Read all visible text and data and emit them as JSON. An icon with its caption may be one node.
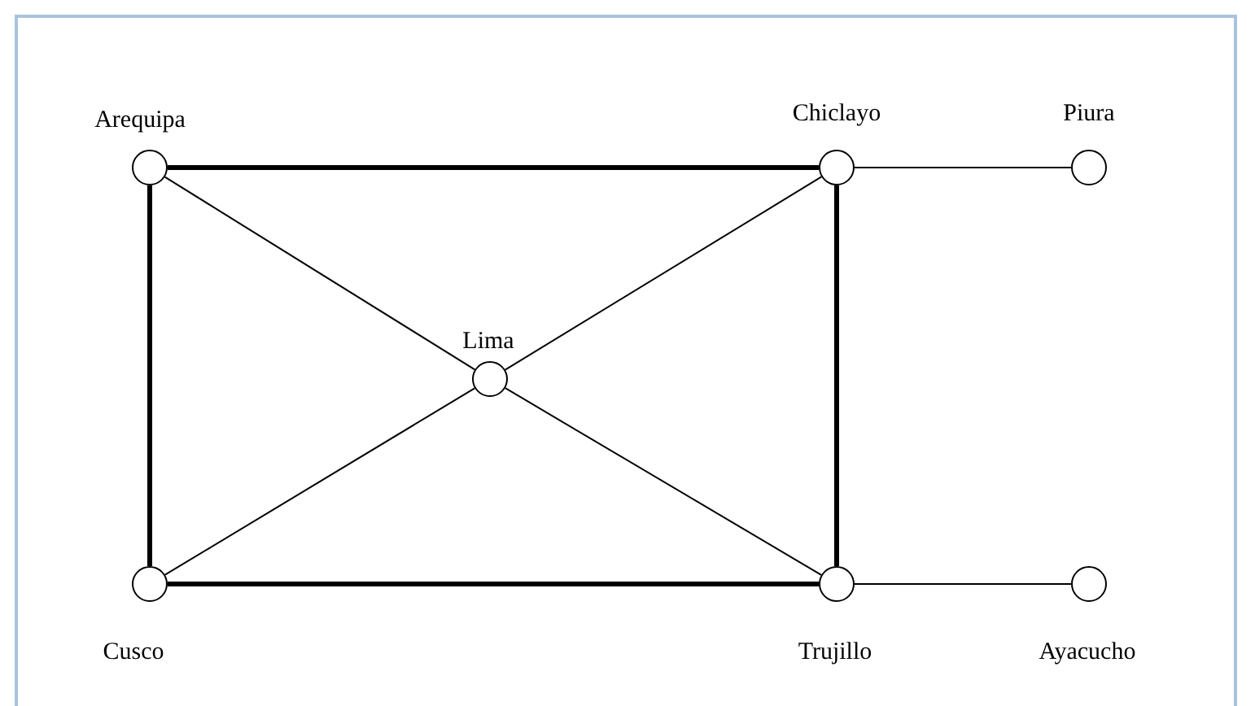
{
  "diagram": {
    "nodes": [
      {
        "text": [
          "Arequipa"
        ]
      },
      {
        "text": [
          "Chiclayo"
        ]
      },
      {
        "text": [
          "Piura"
        ]
      },
      {
        "text": [
          "Lima"
        ]
      },
      {
        "text": [
          "Cusco"
        ]
      },
      {
        "text": [
          "Trujillo"
        ]
      },
      {
        "text": [
          "Ayacucho"
        ]
      }
    ],
    "edges": [
      {
        "from": 0,
        "to": 1,
        "arrow": "none",
        "style": "thick"
      },
      {
        "from": 1,
        "to": 2,
        "arrow": "none"
      },
      {
        "from": 0,
        "to": 3,
        "arrow": "none"
      },
      {
        "from": 1,
        "to": 3,
        "arrow": "none"
      },
      {
        "from": 0,
        "to": 4,
        "arrow": "none",
        "style": "thick"
      },
      {
        "from": 1,
        "to": 5,
        "arrow": "none",
        "style": "thick"
      },
      {
        "from": 3,
        "to": 4,
        "arrow": "none"
      },
      {
        "from": 3,
        "to": 5,
        "arrow": "none"
      },
      {
        "from": 4,
        "to": 5,
        "arrow": "none",
        "style": "thick"
      },
      {
        "from": 5,
        "to": 6,
        "arrow": "none"
      }
    ]
  }
}
